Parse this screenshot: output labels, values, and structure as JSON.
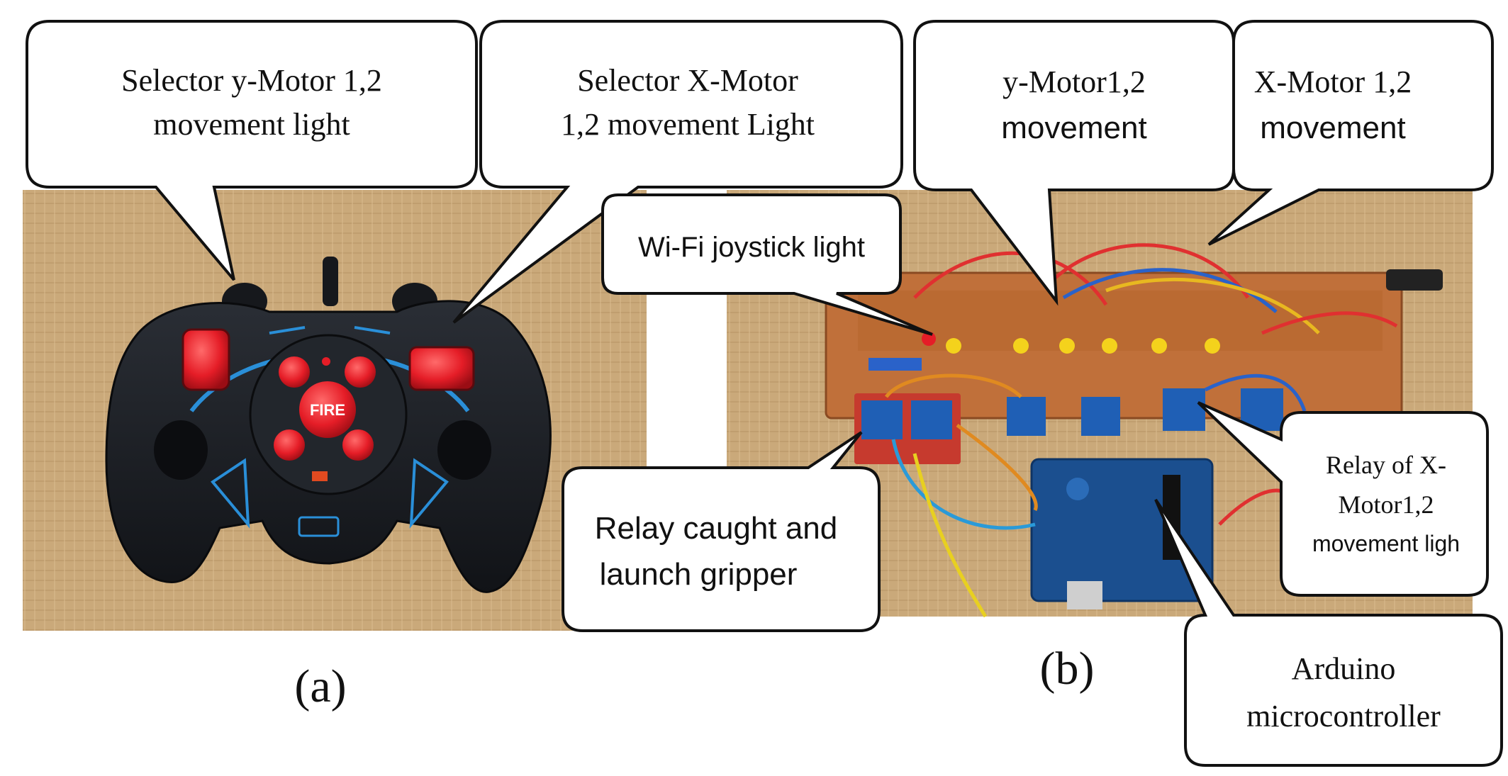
{
  "panels": {
    "a": {
      "label": "(a)"
    },
    "b": {
      "label": "(b)"
    }
  },
  "callouts": {
    "selector_y": {
      "lines": [
        "Selector y-Motor 1,2",
        "movement light"
      ]
    },
    "selector_x": {
      "lines": [
        "Selector X-Motor",
        "1,2 movement Light"
      ]
    },
    "y_motor": {
      "lines": [
        "y-Motor1,2",
        "movement"
      ]
    },
    "x_motor": {
      "lines": [
        "X-Motor 1,2",
        "movement"
      ]
    },
    "wifi": {
      "lines": [
        "Wi-Fi  joystick light"
      ]
    },
    "relay_gripper": {
      "lines": [
        "Relay caught and",
        "launch gripper"
      ]
    },
    "relay_x": {
      "lines": [
        "Relay of X-",
        "Motor1,2",
        "movement ligh"
      ]
    },
    "arduino": {
      "lines": [
        "Arduino",
        "microcontroller"
      ]
    }
  },
  "device_text": {
    "fire_button": "FIRE"
  },
  "colors": {
    "mat": "#c9a878",
    "controller": "#1c1f24",
    "button_red": "#e8202a",
    "accent_blue": "#2a8fd8",
    "pcb": "#c0703a",
    "relay_blue": "#1f5fb5",
    "arduino_blue": "#1b4f8f",
    "led_yellow": "#f4d21c"
  }
}
